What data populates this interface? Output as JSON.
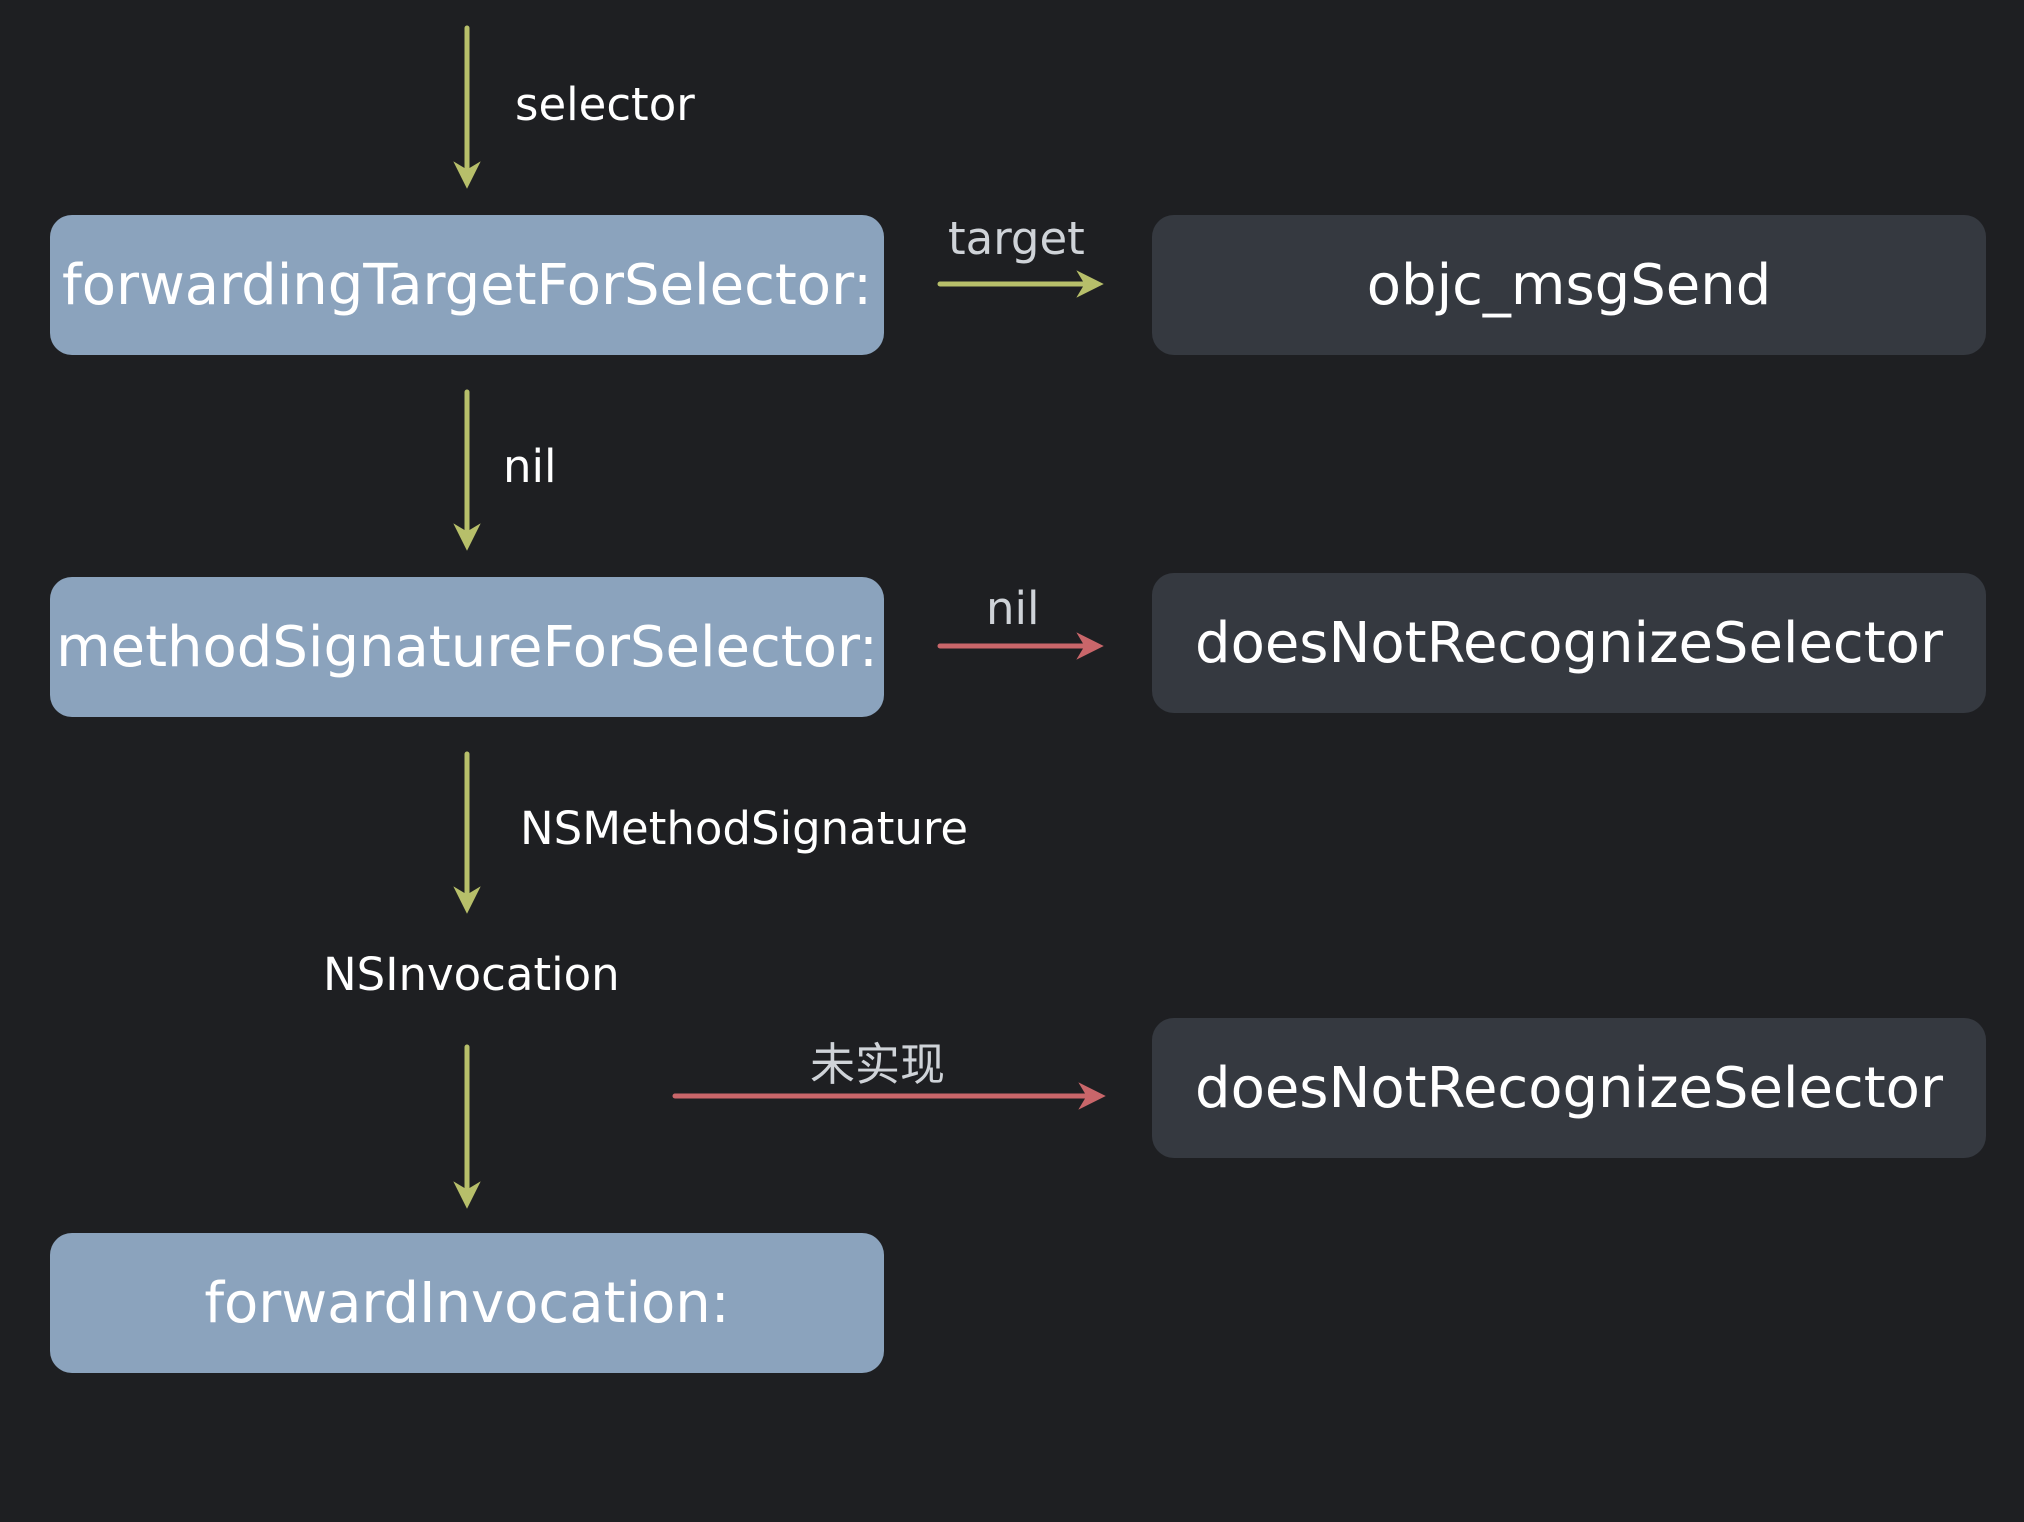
{
  "colors": {
    "background": "#1e1f22",
    "primary_box": "#8ba3bd",
    "secondary_box": "#353940",
    "accept_arrow": "#b7bf6a",
    "reject_arrow": "#c9666a"
  },
  "nodes": {
    "forwarding_target": "forwardingTargetForSelector:",
    "objc_msgsend": "objc_msgSend",
    "method_signature": "methodSignatureForSelector:",
    "does_not_recognize_1": "doesNotRecognizeSelector",
    "does_not_recognize_2": "doesNotRecognizeSelector",
    "forward_invocation": "forwardInvocation:"
  },
  "edge_labels": {
    "selector": "selector",
    "nil_down": "nil",
    "ns_method_signature": "NSMethodSignature",
    "ns_invocation": "NSInvocation",
    "target": "target",
    "nil_right": "nil",
    "not_implemented": "未实现"
  }
}
